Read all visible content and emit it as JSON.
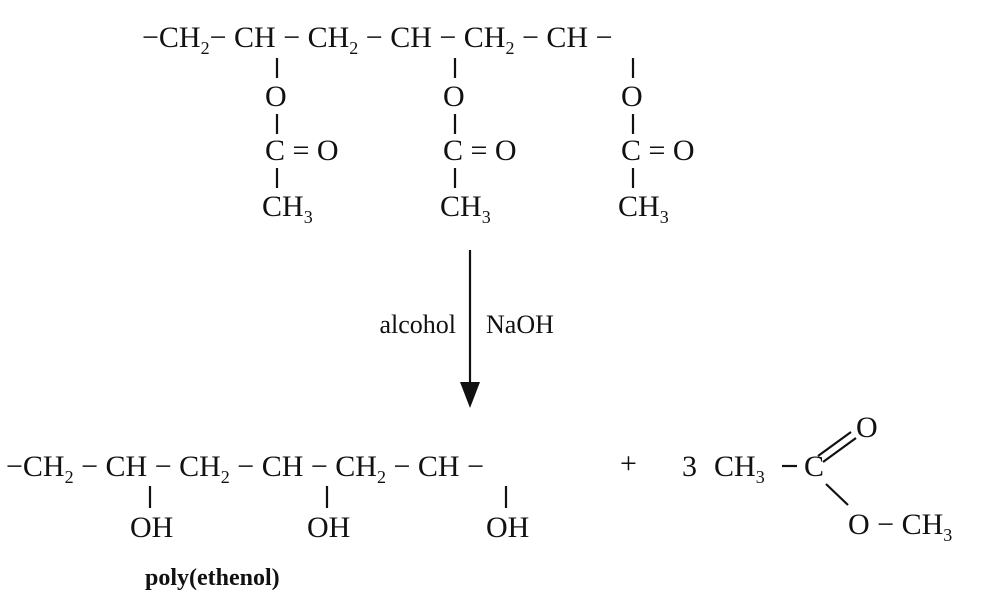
{
  "polymer_top": {
    "chain": [
      "−CH",
      "2",
      "− CH − CH",
      "2",
      " − CH − CH",
      "2",
      " − CH −"
    ],
    "branch": {
      "o": "O",
      "carbonyl": "C = O",
      "methyl": "CH",
      "methyl_sub": "3"
    }
  },
  "reagents": {
    "left": "alcohol",
    "right": "NaOH"
  },
  "polymer_bottom": {
    "chain": [
      "−CH",
      "2",
      " − CH − CH",
      "2",
      " − CH − CH",
      "2",
      " − CH −"
    ],
    "oh": "OH",
    "name": "poly(ethenol)"
  },
  "byproduct": {
    "plus": "+",
    "coefficient": "3",
    "methyl": "CH",
    "methyl_sub": "3",
    "carbon": "C",
    "carbonyl_o": "O",
    "ester": "O − CH",
    "ester_sub": "3"
  }
}
